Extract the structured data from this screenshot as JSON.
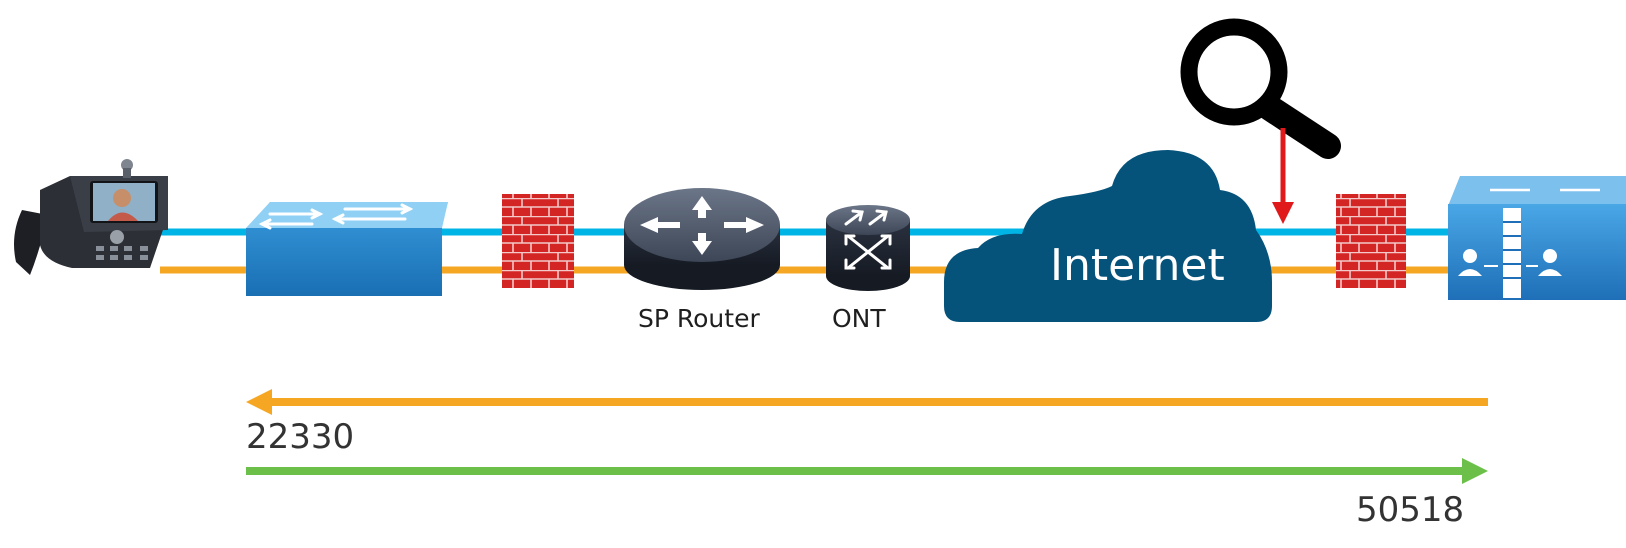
{
  "labels": {
    "sp_router": "SP Router",
    "ont": "ONT",
    "internet": "Internet",
    "port_left": "22330",
    "port_right": "50518"
  },
  "colors": {
    "line_blue": "#00b4e6",
    "line_orange": "#f5a623",
    "arrow_orange": "#f5a623",
    "arrow_green": "#6cc04a",
    "cloud": "#05527a",
    "marker_red": "#e0191b",
    "firewall": "#d42525"
  },
  "icons": [
    "ip-phone-icon",
    "switch-icon",
    "firewall-icon",
    "router-icon",
    "ont-icon",
    "internet-cloud-icon",
    "magnifier-icon",
    "capture-point-arrow-icon",
    "expressway-edge-icon"
  ]
}
